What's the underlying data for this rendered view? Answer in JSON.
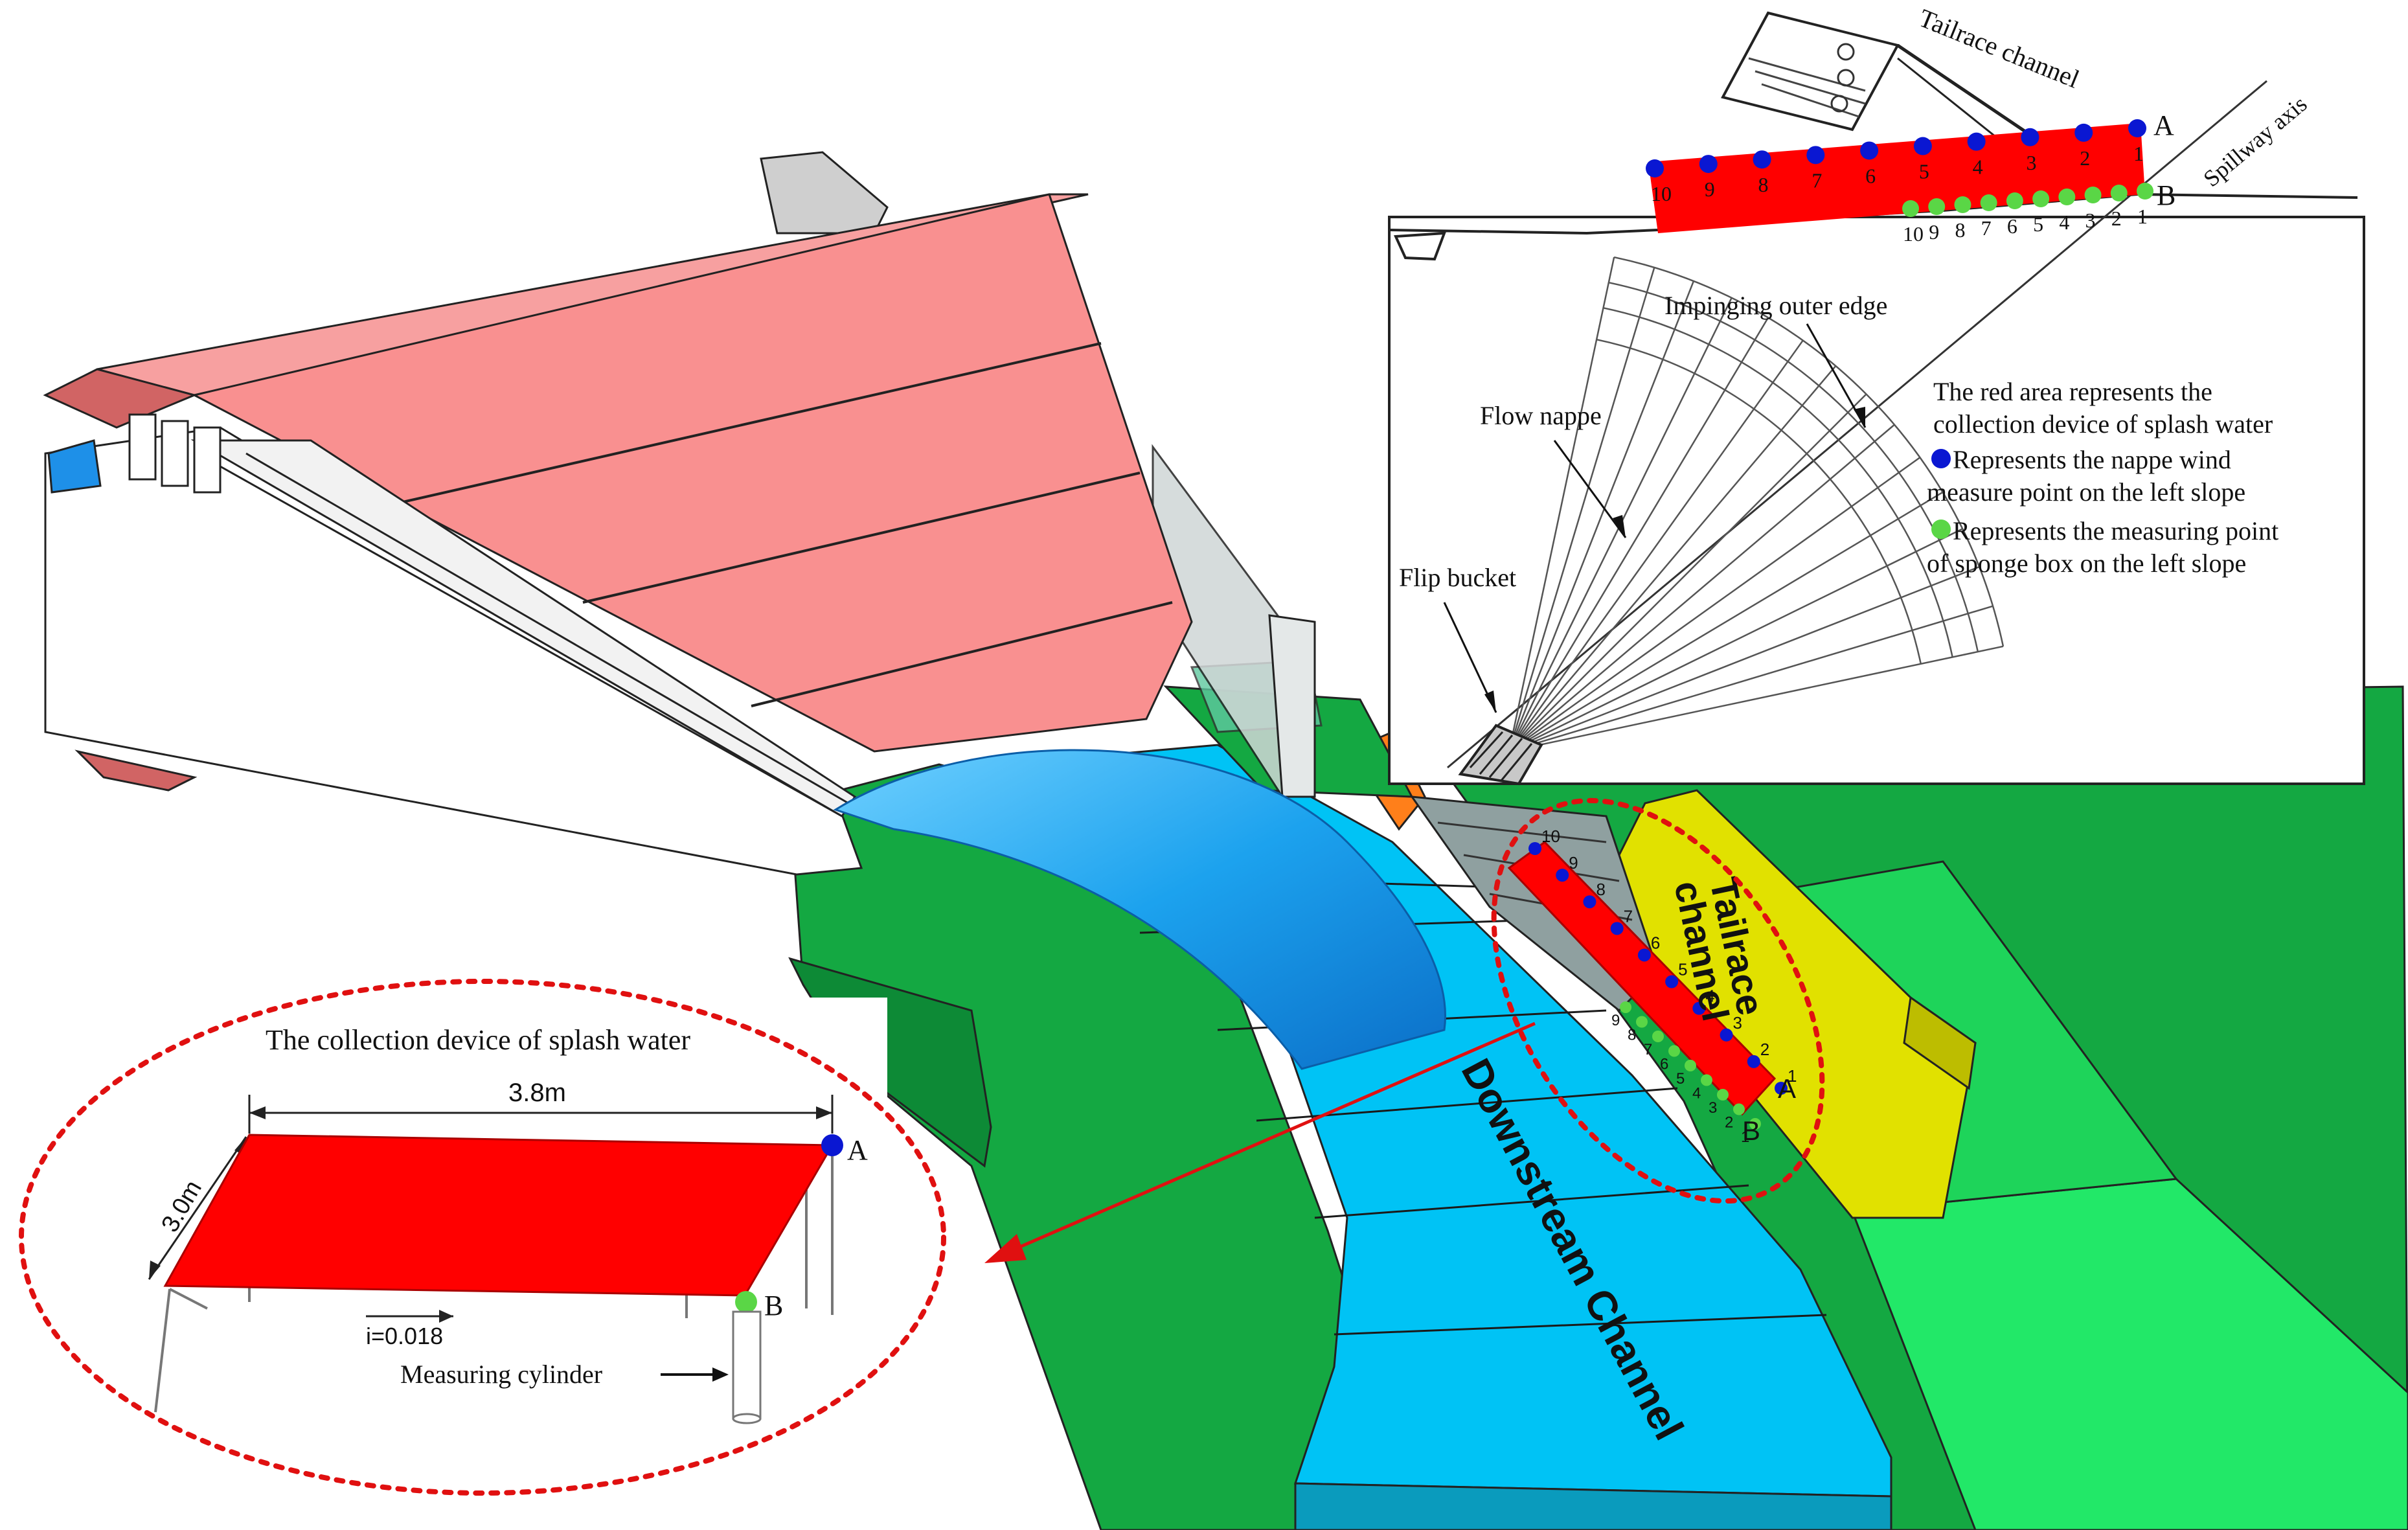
{
  "inset_top": {
    "tailrace_channel": "Tailrace channel",
    "spillway_axis": "Spillway axis",
    "point_A": "A",
    "point_B": "B",
    "impinging_outer_edge": "Impinging outer edge",
    "flow_nappe": "Flow nappe",
    "flip_bucket": "Flip bucket",
    "legend_red_1": "The red area represents the",
    "legend_red_2": "collection device of splash water",
    "legend_blue_1": "Represents the nappe wind",
    "legend_blue_2": "measure point on the left slope",
    "legend_green_1": "Represents the measuring point",
    "legend_green_2": "of sponge box on the left slope",
    "blue_numbers": [
      "10",
      "9",
      "8",
      "7",
      "6",
      "5",
      "4",
      "3",
      "2",
      "1"
    ],
    "green_numbers": [
      "10",
      "9",
      "8",
      "7",
      "6",
      "5",
      "4",
      "3",
      "2",
      "1"
    ]
  },
  "inset_bottom": {
    "title": "The collection device of splash water",
    "length": "3.8m",
    "width": "3.0m",
    "slope": "i=0.018",
    "point_A": "A",
    "point_B": "B",
    "measuring_cylinder": "Measuring cylinder"
  },
  "model": {
    "tailrace_channel_1": "Tailrace",
    "tailrace_channel_2": "channel",
    "downstream_channel": "Downstream Channel",
    "point_A": "A",
    "point_B": "B",
    "blue_numbers": [
      "10",
      "9",
      "8",
      "7",
      "6",
      "5",
      "4",
      "3",
      "2",
      "1"
    ],
    "green_numbers": [
      "9",
      "8",
      "7",
      "6",
      "5",
      "4",
      "3",
      "2",
      "1"
    ]
  },
  "colors": {
    "collector_red": "#ff0000",
    "dam_pink": "#f99090",
    "water_blue": "#00c3f5",
    "nappe_blue": "#1ca2ee",
    "terrain_green": "#14a842",
    "slope_green": "#22e868",
    "tailrace_yellow": "#e1e100",
    "measure_blue": "#0a17d2",
    "sponge_green": "#5ad646",
    "annotation_red": "#e01010"
  }
}
